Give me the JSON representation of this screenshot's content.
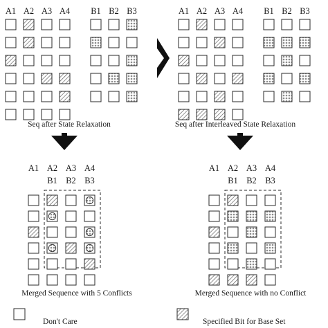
{
  "top_left": {
    "headers_a": [
      "A1",
      "A2",
      "A3",
      "A4"
    ],
    "headers_b": [
      "B1",
      "B2",
      "B3"
    ],
    "grid_a": [
      [
        "blank",
        "spec",
        "blank",
        "blank"
      ],
      [
        "blank",
        "spec",
        "blank",
        "blank"
      ],
      [
        "spec",
        "blank",
        "blank",
        "blank"
      ],
      [
        "blank",
        "blank",
        "spec",
        "spec"
      ],
      [
        "blank",
        "blank",
        "blank",
        "spec"
      ],
      [
        "blank",
        "blank",
        "blank",
        "blank"
      ]
    ],
    "grid_b": [
      [
        "blank",
        "blank",
        "hex"
      ],
      [
        "hex",
        "blank",
        "blank"
      ],
      [
        "blank",
        "blank",
        "hex"
      ],
      [
        "blank",
        "hex",
        "hex"
      ],
      [
        "blank",
        "blank",
        "hex"
      ]
    ],
    "caption": "Seq after State Relaxation"
  },
  "top_right": {
    "headers_a": [
      "A1",
      "A2",
      "A3",
      "A4"
    ],
    "headers_b": [
      "B1",
      "B2",
      "B3"
    ],
    "grid_a": [
      [
        "blank",
        "spec",
        "blank",
        "blank"
      ],
      [
        "blank",
        "blank",
        "spec",
        "blank"
      ],
      [
        "spec",
        "blank",
        "blank",
        "blank"
      ],
      [
        "blank",
        "spec",
        "blank",
        "spec"
      ],
      [
        "blank",
        "blank",
        "spec",
        "blank"
      ],
      [
        "spec",
        "spec",
        "spec",
        "blank"
      ]
    ],
    "grid_b": [
      [
        "blank",
        "blank",
        "blank"
      ],
      [
        "hex",
        "hex",
        "hex"
      ],
      [
        "blank",
        "hex",
        "blank"
      ],
      [
        "hex",
        "blank",
        "hex"
      ],
      [
        "blank",
        "hex",
        "blank"
      ]
    ],
    "caption": "Seq after Interleaved State Relaxation"
  },
  "bottom_left": {
    "headers_top": [
      "A1",
      "A2",
      "A3",
      "A4"
    ],
    "headers_bottom": [
      "B1",
      "B2",
      "B3"
    ],
    "grid": [
      [
        "blank",
        "spec",
        "blank",
        "conflict"
      ],
      [
        "blank",
        "conflict",
        "blank",
        "blank"
      ],
      [
        "spec",
        "blank",
        "blank",
        "conflict"
      ],
      [
        "blank",
        "conflict",
        "spec",
        "conflict"
      ],
      [
        "blank",
        "blank",
        "blank",
        "spec"
      ],
      [
        "blank",
        "blank",
        "blank",
        "blank"
      ]
    ],
    "caption": "Merged Sequence with 5 Conflicts"
  },
  "bottom_right": {
    "headers_top": [
      "A1",
      "A2",
      "A3",
      "A4"
    ],
    "headers_bottom": [
      "B1",
      "B2",
      "B3"
    ],
    "grid": [
      [
        "blank",
        "spec",
        "blank",
        "blank"
      ],
      [
        "blank",
        "hex",
        "hex",
        "hex"
      ],
      [
        "spec",
        "blank",
        "hex",
        "blank"
      ],
      [
        "blank",
        "hex",
        "blank",
        "hex"
      ],
      [
        "blank",
        "blank",
        "hex",
        "blank"
      ],
      [
        "spec",
        "spec",
        "spec",
        "blank"
      ]
    ],
    "caption": "Merged Sequence with no Conflict"
  },
  "legend": {
    "dont_care": "Don't Care",
    "specified_base": "Specified Bit for Base Set"
  },
  "colors": {
    "stroke": "#2a2a2a",
    "hatch": "#555555",
    "hex_fill": "#8c8c8c",
    "arrow": "#111111"
  }
}
